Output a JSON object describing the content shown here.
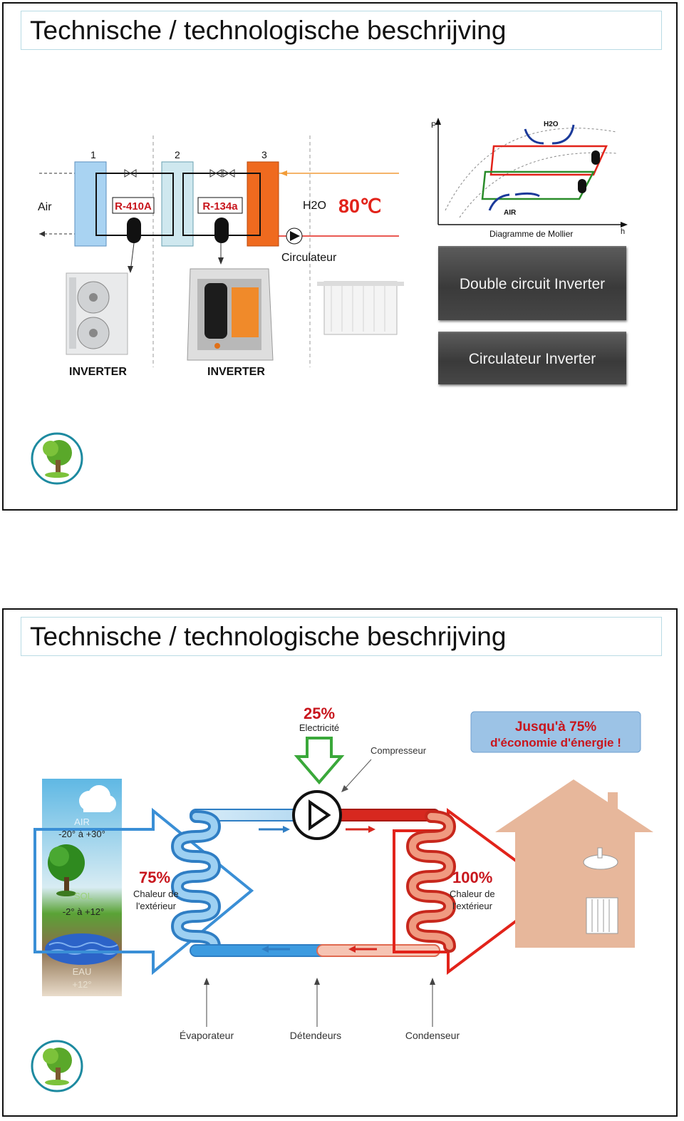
{
  "slide1": {
    "title": "Technische / technologische beschrijving",
    "numbers": [
      "1",
      "2",
      "3"
    ],
    "air_label": "Air",
    "refrigerant1": "R-410A",
    "refrigerant2": "R-134a",
    "h2o_label": "H2O",
    "temperature": "80℃",
    "circulator_label": "Circulateur",
    "inverter_label_1": "INVERTER",
    "inverter_label_2": "INVERTER",
    "mollier": {
      "p_axis": "P",
      "h_axis": "h",
      "h2o": "H2O",
      "air": "AIR",
      "caption": "Diagramme de Mollier"
    },
    "buttons": {
      "double_circuit": "Double circuit Inverter",
      "circulateur_inverter": "Circulateur Inverter"
    },
    "colors": {
      "red": "#e2231a",
      "orange": "#ef6a1f",
      "blue_hx": "#a9d3f2",
      "green": "#2a8c2a"
    }
  },
  "slide2": {
    "title": "Technische / technologische beschrijving",
    "electricity_pct": "25%",
    "electricity_label": "Electricité",
    "compressor_label": "Compresseur",
    "savings_line1": "Jusqu'à 75%",
    "savings_line2": "d'économie d'énergie !",
    "source": {
      "air": "AIR",
      "air_range": "-20° à +30°",
      "sol": "SOL",
      "sol_range": "-2° à +12°",
      "eau": "EAU",
      "eau_range": "+12°"
    },
    "left_pct": "75%",
    "left_label_1": "Chaleur de",
    "left_label_2": "l'extérieur",
    "right_pct": "100%",
    "right_label_1": "Chaleur de",
    "right_label_2": "l'extérieur",
    "bottom_labels": [
      "Évaporateur",
      "Détendeurs",
      "Condenseur"
    ]
  }
}
